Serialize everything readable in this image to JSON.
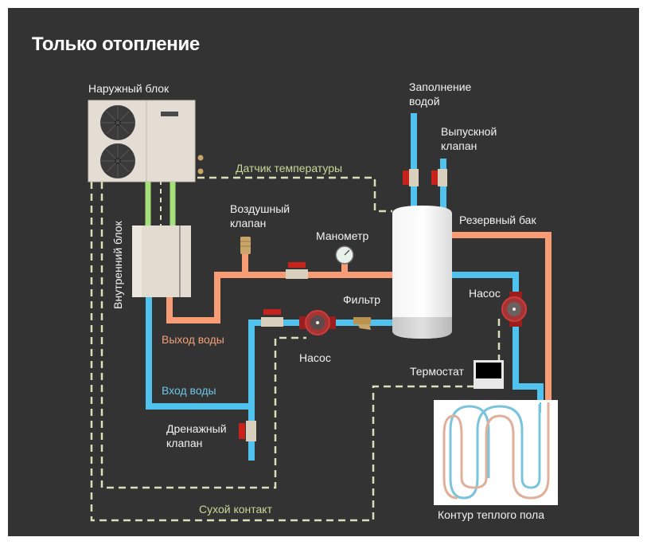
{
  "title": "Только отопление",
  "colors": {
    "background": "#333333",
    "hot_pipe": "#f79c74",
    "cold_pipe": "#4fc3ee",
    "refrigerant_pipe": "#a6e07a",
    "signal_line": "#d9e0b8",
    "label_text": "#f2f2f2",
    "hot_label": "#f2a07a",
    "cold_label": "#6fc6e6",
    "signal_label": "#c8d89a"
  },
  "labels": {
    "outdoor_unit": "Наружный блок",
    "indoor_unit": "Внутренний блок",
    "water_fill_line1": "Заполнение",
    "water_fill_line2": "водой",
    "drain_valve_top_line1": "Выпускной",
    "drain_valve_top_line2": "клапан",
    "temperature_sensor": "Датчик температуры",
    "air_valve_line1": "Воздушный",
    "air_valve_line2": "клапан",
    "manometer": "Манометр",
    "buffer_tank": "Резервный бак",
    "filter": "Фильтр",
    "pump_secondary": "Насос",
    "pump_primary": "Насос",
    "water_out": "Выход воды",
    "water_in": "Вход воды",
    "thermostat": "Термостат",
    "drain_valve_line1": "Дренажный",
    "drain_valve_line2": "клапан",
    "dry_contact": "Сухой контакт",
    "floor_heating_loop": "Контур теплого пола"
  },
  "components": [
    {
      "id": "outdoor-unit",
      "icon": "heat-pump-outdoor-unit"
    },
    {
      "id": "indoor-unit",
      "icon": "hydro-box"
    },
    {
      "id": "buffer-tank",
      "icon": "water-tank"
    },
    {
      "id": "air-valve",
      "icon": "air-vent-valve"
    },
    {
      "id": "manometer",
      "icon": "pressure-gauge"
    },
    {
      "id": "primary-pump",
      "icon": "circulation-pump"
    },
    {
      "id": "secondary-pump",
      "icon": "circulation-pump"
    },
    {
      "id": "filter",
      "icon": "y-strainer"
    },
    {
      "id": "thermostat",
      "icon": "room-thermostat"
    },
    {
      "id": "floor-heating",
      "icon": "underfloor-heating-loop"
    },
    {
      "id": "ball-valves",
      "icon": "ball-valve"
    }
  ]
}
